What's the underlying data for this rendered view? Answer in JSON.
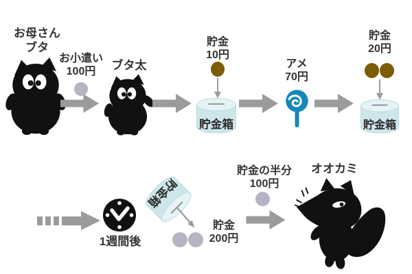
{
  "colors": {
    "background": "#ffffff",
    "text": "#333333",
    "arrow": "#9b9b9b",
    "silhouette": "#111111",
    "coin_gold": "#7c5c06",
    "coin_silver": "#b5b4c2",
    "bank_body": "#cde6ea",
    "bank_top": "#e6f3f5",
    "bank_outline": "#bcd9de",
    "lollipop_blue": "#1787b8"
  },
  "row1": {
    "mother_pig_label": {
      "line1": "お母さん",
      "line2": "ブタ"
    },
    "allowance": {
      "line1": "お小遣い",
      "line2": "100円"
    },
    "child_pig_label": "ブタ太",
    "deposit1": {
      "line1": "貯金",
      "line2": "10円"
    },
    "bank1_label": "貯金箱",
    "candy": {
      "line1": "アメ",
      "line2": "70円"
    },
    "deposit2": {
      "line1": "貯金",
      "line2": "20円"
    },
    "bank2_label": "貯金箱"
  },
  "row2": {
    "after_label": "1週間後",
    "tipped_bank_label": "貯金箱",
    "savings": {
      "line1": "貯金",
      "line2": "200円"
    },
    "half": {
      "line1": "貯金の半分",
      "line2": "100円"
    },
    "wolf_label": "オオカミ"
  },
  "icons": {
    "mother_pig": "pig-silhouette-icon",
    "child_pig": "small-pig-silhouette-icon",
    "silver_coin": "silver-coin-icon",
    "gold_coin": "gold-coin-icon",
    "piggy_bank": "savings-box-cylinder-icon",
    "lollipop": "lollipop-candy-icon",
    "clock": "clock-icon",
    "wolf": "wolf-silhouette-icon",
    "right_arrow": "right-arrow-icon",
    "dashed_arrow": "dashed-right-arrow-icon",
    "down_arrow": "down-arrow-icon",
    "diagonal_arrow": "diagonal-arrow-icon"
  }
}
